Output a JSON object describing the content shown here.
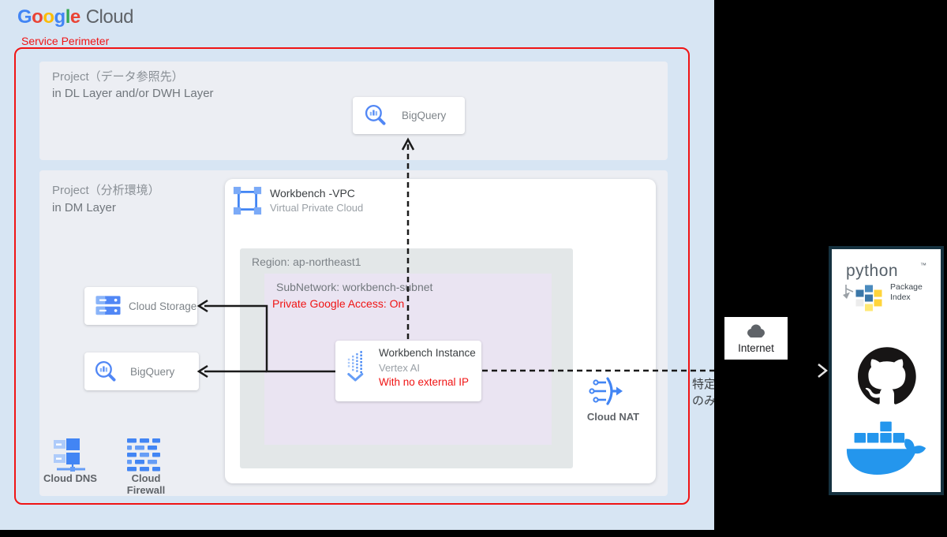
{
  "colors": {
    "perimeter_red": "#f01414",
    "google_blue": "#4285f4",
    "google_red": "#ea4335",
    "google_yellow": "#fbbc05",
    "google_green": "#34a853",
    "icon_blue": "#4285f4",
    "icon_blue_light": "#8ab4f8",
    "text_dark": "#3c4043",
    "text_gray": "#8a9096",
    "text_light": "#9aa0a6",
    "page_bg": "#d7e5f3",
    "project_bg": "#eceef3",
    "region_bg": "#e3e7e8",
    "subnet_bg": "#eae4f2",
    "panel_border": "#15313f",
    "docker_blue": "#2496ed",
    "github_black": "#171515",
    "pypi_blue": "#3b77a8",
    "pypi_yellow": "#ffd43b"
  },
  "header": {
    "logo": {
      "letters": [
        {
          "ch": "G"
        },
        {
          "ch": "o"
        },
        {
          "ch": "o"
        },
        {
          "ch": "g"
        },
        {
          "ch": "l"
        },
        {
          "ch": "e"
        }
      ],
      "cloud": "Cloud"
    }
  },
  "perimeter": {
    "label": "Service Perimeter"
  },
  "project_data": {
    "title": "Project（データ参照先）",
    "subtitle": "in DL Layer and/or DWH Layer",
    "bigquery": {
      "label": "BigQuery"
    }
  },
  "project_analysis": {
    "title": "Project（分析環境）",
    "subtitle": "in DM Layer",
    "vpc": {
      "title": "Workbench -VPC",
      "subtitle": "Virtual Private Cloud"
    },
    "region": {
      "label": "Region: ap-northeast1"
    },
    "subnet": {
      "label": "SubNetwork: workbench-subnet",
      "private_google_access": "Private Google Access: On"
    },
    "workbench": {
      "title": "Workbench Instance",
      "subtitle": "Vertex AI",
      "note": "With no external IP"
    },
    "cloud_storage": {
      "label": "Cloud Storage"
    },
    "bigquery": {
      "label": "BigQuery"
    },
    "cloud_nat": {
      "label": "Cloud NAT"
    },
    "cloud_dns": {
      "label": "Cloud DNS"
    },
    "cloud_firewall": {
      "label": "Cloud Firewall"
    }
  },
  "external": {
    "internet": {
      "label": "Internet"
    },
    "annotation": {
      "line1": "特定",
      "line2": "のみ"
    },
    "pypi": {
      "name": "python",
      "tm": "™",
      "line1": "Package",
      "line2": "Index"
    }
  }
}
